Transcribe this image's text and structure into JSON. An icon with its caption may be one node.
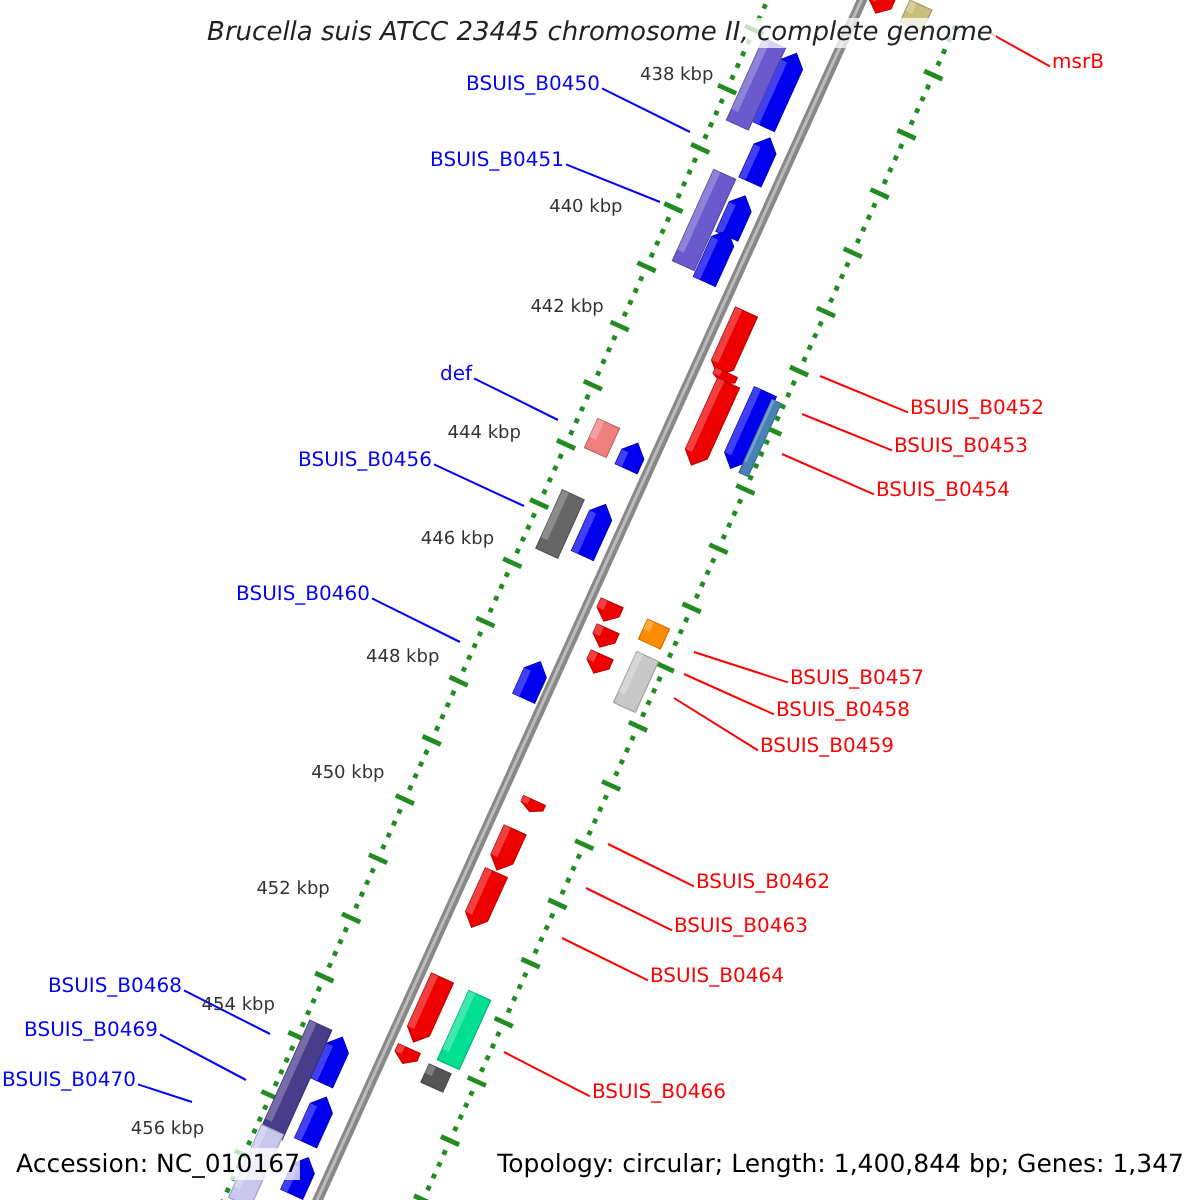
{
  "diagram": {
    "title": "Brucella suis ATCC 23445 chromosome II, complete genome",
    "nodes": [
      {
        "text": [
          "msrB"
        ]
      },
      {
        "text": [
          "BSUIS_B0450"
        ]
      },
      {
        "text": [
          "BSUIS_B0451"
        ]
      },
      {
        "text": [
          "def"
        ]
      },
      {
        "text": [
          "BSUIS_B0452"
        ]
      },
      {
        "text": [
          "BSUIS_B0453"
        ]
      },
      {
        "text": [
          "BSUIS_B0456"
        ]
      },
      {
        "text": [
          "BSUIS_B0454"
        ]
      },
      {
        "text": [
          "BSUIS_B0460"
        ]
      },
      {
        "text": [
          "BSUIS_B0457"
        ]
      },
      {
        "text": [
          "BSUIS_B0458"
        ]
      },
      {
        "text": [
          "BSUIS_B0459"
        ]
      },
      {
        "text": [
          "BSUIS_B0462"
        ]
      },
      {
        "text": [
          "BSUIS_B0463"
        ]
      },
      {
        "text": [
          "BSUIS_B0464"
        ]
      },
      {
        "text": [
          "BSUIS_B0468"
        ]
      },
      {
        "text": [
          "BSUIS_B0469"
        ]
      },
      {
        "text": [
          "BSUIS_B0470"
        ]
      },
      {
        "text": [
          "BSUIS_B0466"
        ]
      }
    ],
    "edges": [
      {
        "from": 0,
        "to": null,
        "arrow": "none"
      },
      {
        "from": 1,
        "to": null,
        "arrow": "none",
        "color": "#0000ff"
      },
      {
        "from": 2,
        "to": null,
        "arrow": "none",
        "color": "#0000ff"
      },
      {
        "from": 3,
        "to": null,
        "arrow": "none",
        "color": "#0000ff"
      },
      {
        "from": 4,
        "to": null,
        "arrow": "none"
      },
      {
        "from": 5,
        "to": null,
        "arrow": "none"
      },
      {
        "from": 6,
        "to": null,
        "arrow": "none",
        "color": "#0000ff"
      },
      {
        "from": 7,
        "to": null,
        "arrow": "none"
      },
      {
        "from": 8,
        "to": null,
        "arrow": "none",
        "color": "#0000ff"
      },
      {
        "from": 9,
        "to": null,
        "arrow": "none"
      },
      {
        "from": 10,
        "to": null,
        "arrow": "none"
      },
      {
        "from": 11,
        "to": null,
        "arrow": "none"
      },
      {
        "from": 12,
        "to": null,
        "arrow": "none"
      },
      {
        "from": 13,
        "to": null,
        "arrow": "none"
      },
      {
        "from": 14,
        "to": null,
        "arrow": "none"
      },
      {
        "from": 15,
        "to": null,
        "arrow": "none",
        "color": "#0000ff"
      },
      {
        "from": 16,
        "to": null,
        "arrow": "none",
        "color": "#0000ff"
      },
      {
        "from": 17,
        "to": null,
        "arrow": "none",
        "color": "#0000ff"
      },
      {
        "from": 18,
        "to": null,
        "arrow": "none"
      }
    ],
    "labels": [
      "438 kbp",
      "440 kbp",
      "442 kbp",
      "444 kbp",
      "446 kbp",
      "448 kbp",
      "450 kbp",
      "452 kbp",
      "454 kbp",
      "456 kbp",
      "Accession: NC_010167",
      "Topology: circular; Length: 1,400,844 bp; Genes: 1,347"
    ]
  }
}
